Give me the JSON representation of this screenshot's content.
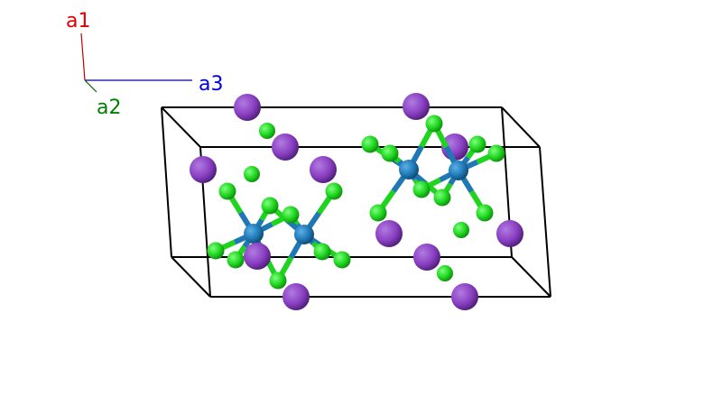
{
  "axes": {
    "a1": {
      "label": "a1",
      "color": "#e00000"
    },
    "a2": {
      "label": "a2",
      "color": "#008000"
    },
    "a3": {
      "label": "a3",
      "color": "#0000e0"
    }
  },
  "atom_colors": {
    "large": "#8a3fc2",
    "small": "#1ed41e",
    "center": "#1f78b4"
  },
  "cell_color": "#000000"
}
